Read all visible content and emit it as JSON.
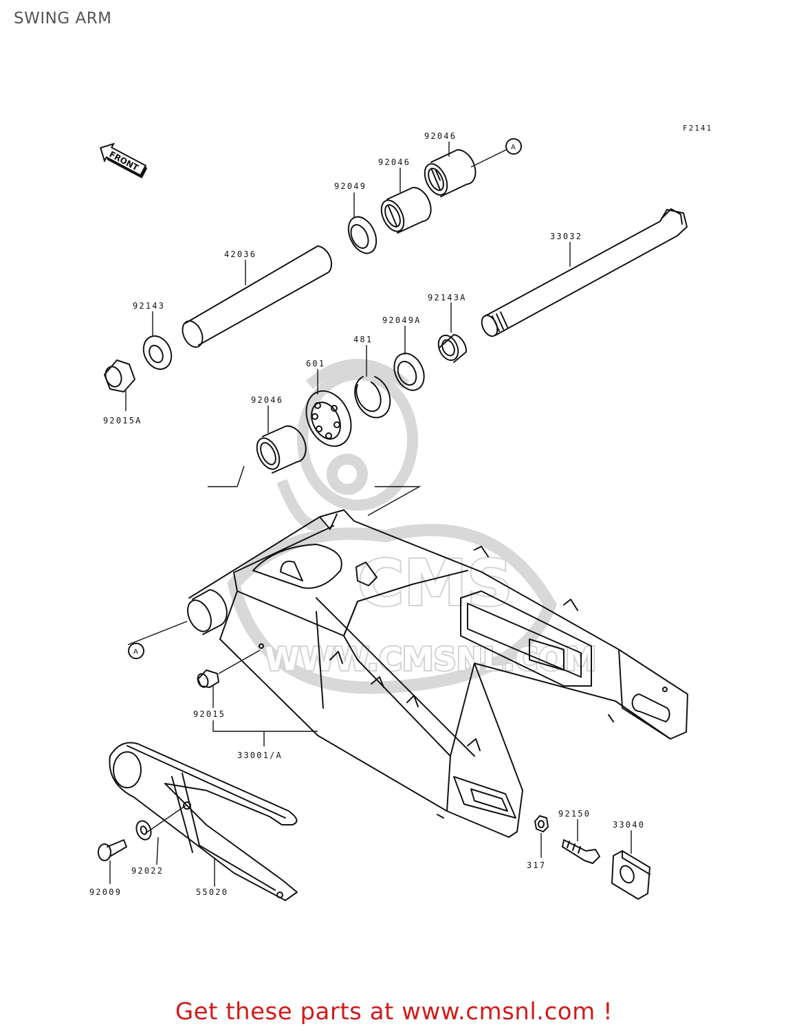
{
  "page": {
    "title": "SWING ARM",
    "figure_code": "F2141"
  },
  "front_indicator": "FRONT",
  "reference_marker": "A",
  "watermark": {
    "letters": "CMS",
    "url": "WWW.CMSNL.COM"
  },
  "part_labels": {
    "p92046_top": "92046",
    "p92046_mid": "92046",
    "p92049": "92049",
    "p42036": "42036",
    "p33032": "33032",
    "p92143": "92143",
    "p92143a": "92143A",
    "p92049a": "92049A",
    "p481": "481",
    "p601": "601",
    "p92046_low": "92046",
    "p92015a": "92015A",
    "p92015": "92015",
    "p33001a": "33001/A",
    "p92150": "92150",
    "p33040": "33040",
    "p317": "317",
    "p92022": "92022",
    "p92009": "92009",
    "p55020": "55020"
  },
  "footer": {
    "text": "Get these parts at www.cmsnl.com !"
  },
  "colors": {
    "line": "#111111",
    "title": "#555555",
    "footer": "#d11a1a",
    "watermark": "#cfcfcf"
  }
}
